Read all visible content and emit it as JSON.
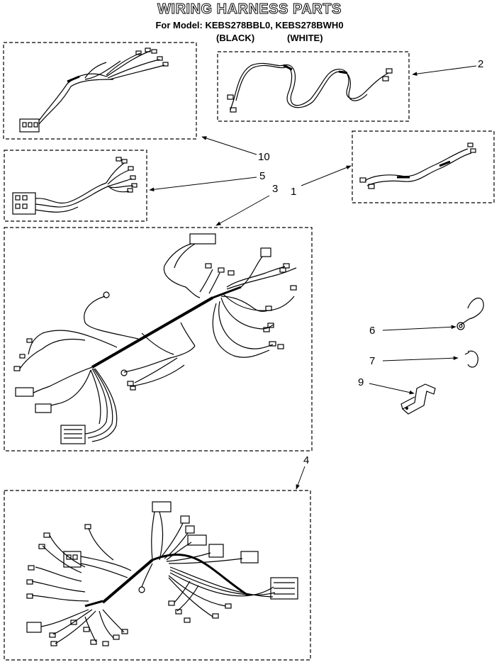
{
  "header": {
    "title": "WIRING HARNESS PARTS",
    "subtitle": "For Model: KEBS278BBL0, KEBS278BWH0",
    "variant_black": "(BLACK)",
    "variant_white": "(WHITE)"
  },
  "callouts": {
    "c1": "1",
    "c2": "2",
    "c3": "3",
    "c4": "4",
    "c5": "5",
    "c6": "6",
    "c7": "7",
    "c9": "9",
    "c10": "10"
  }
}
